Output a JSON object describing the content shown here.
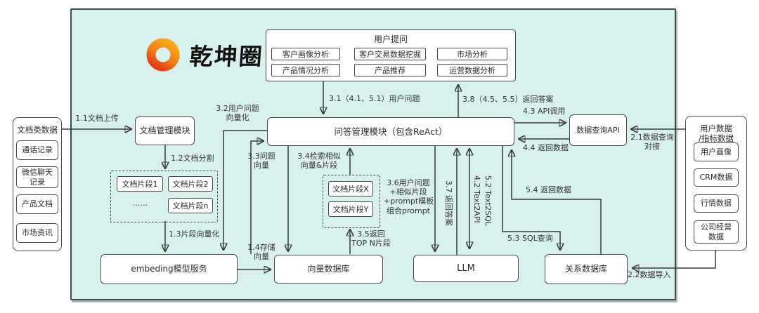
{
  "logo": {
    "text": "乾坤圈"
  },
  "colors": {
    "canvas_bg": "#d9f1ed",
    "box_border": "#4a4a4a",
    "box_bg": "#ffffff",
    "arrow": "#3a3a3a",
    "logo_orange": "#f6a21c",
    "logo_red": "#e23d17"
  },
  "nodes": {
    "doc_data": {
      "title": "文档类数据",
      "items": [
        [
          "通话记录"
        ],
        [
          "微信聊天",
          "记录"
        ],
        [
          "产品文档"
        ],
        [
          "市场资讯"
        ]
      ]
    },
    "user_data": {
      "title": [
        "用户数据",
        "/指标数据"
      ],
      "items": [
        [
          "用户画像"
        ],
        [
          "CRM数据"
        ],
        [
          "行情数据"
        ],
        [
          "公司经营",
          "数据"
        ]
      ]
    },
    "user_question": {
      "title": "用户提问",
      "items": [
        "客户画像分析",
        "客户交易数据挖掘",
        "市场分析",
        "产品情况分析",
        "产品推荐",
        "运营数据分析"
      ]
    },
    "doc_mgmt": "文档管理模块",
    "fragments": {
      "items": [
        "文档片段1",
        "文档片段2",
        "......",
        "文档片段n"
      ]
    },
    "qa_module": "问答管理模块（包含ReAct）",
    "data_api": "数据查询API",
    "embedding": "embeding模型服务",
    "vector_db": "向量数据库",
    "frag_xy": {
      "items": [
        "文档片段X",
        "文档片段Y"
      ]
    },
    "llm": "LLM",
    "rel_db": "关系数据库"
  },
  "edges": {
    "e11": [
      "1.1文档上传"
    ],
    "e12": [
      "1.2文档分割"
    ],
    "e13": [
      "1.3片段向量化"
    ],
    "e14": [
      "1.4存储",
      "向量"
    ],
    "e21": [
      "2.1数据查询",
      "对接"
    ],
    "e22": [
      "2.2数据导入"
    ],
    "e31": [
      "3.1（4.1、5.1）用户问题"
    ],
    "e32": [
      "3.2用户问题",
      "向量化"
    ],
    "e33": [
      "3.3问题",
      "向量"
    ],
    "e34": [
      "3.4检索相似",
      "向量&片段"
    ],
    "e35": [
      "3.5返回",
      "TOP N片段"
    ],
    "e36": [
      "3.6用户问题",
      "+相似片段",
      "+prompt模板",
      "组合prompt"
    ],
    "e37": [
      "3.7 返回答案"
    ],
    "e38": [
      "3.8（4.5、5.5）返回答案"
    ],
    "e42": [
      "4.2 Text2API"
    ],
    "e43": [
      "4.3 API调用"
    ],
    "e44": [
      "4.4 返回数据"
    ],
    "e52": [
      "5.2 Text2SQL"
    ],
    "e53": [
      "5.3 SQL查询"
    ],
    "e54": [
      "5.4 返回数据"
    ]
  }
}
